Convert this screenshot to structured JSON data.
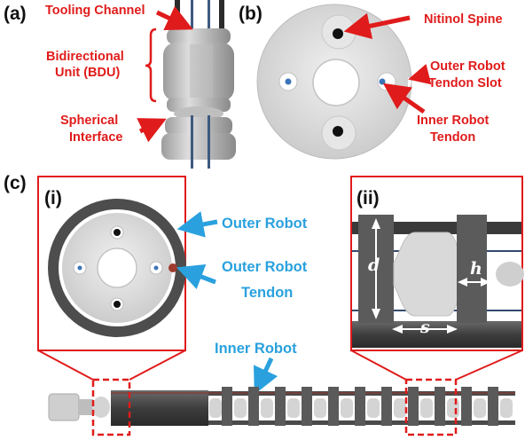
{
  "panels": {
    "a": "(a)",
    "b": "(b)",
    "c": "(c)",
    "i": "(i)",
    "ii": "(ii)"
  },
  "labels_a": {
    "tooling_channel": "Tooling Channel",
    "bdu_line1": "Bidirectional",
    "bdu_line2": "Unit (BDU)",
    "spherical_line1": "Spherical",
    "spherical_line2": "Interface"
  },
  "labels_b": {
    "nitinol_spine": "Nitinol Spine",
    "outer_slot_line1": "Outer Robot",
    "outer_slot_line2": "Tendon Slot",
    "inner_tendon_line1": "Inner Robot",
    "inner_tendon_line2": "Tendon"
  },
  "labels_c": {
    "outer_robot": "Outer Robot",
    "outer_tendon_line1": "Outer Robot",
    "outer_tendon_line2": "Tendon",
    "inner_robot": "Inner Robot",
    "dim_d": "d",
    "dim_h": "h",
    "dim_s": "s"
  },
  "colors": {
    "red": "#e01b1b",
    "blue": "#2aa1de",
    "dark_gray": "#4a4a4a",
    "light_gray": "#dcdcdc"
  }
}
